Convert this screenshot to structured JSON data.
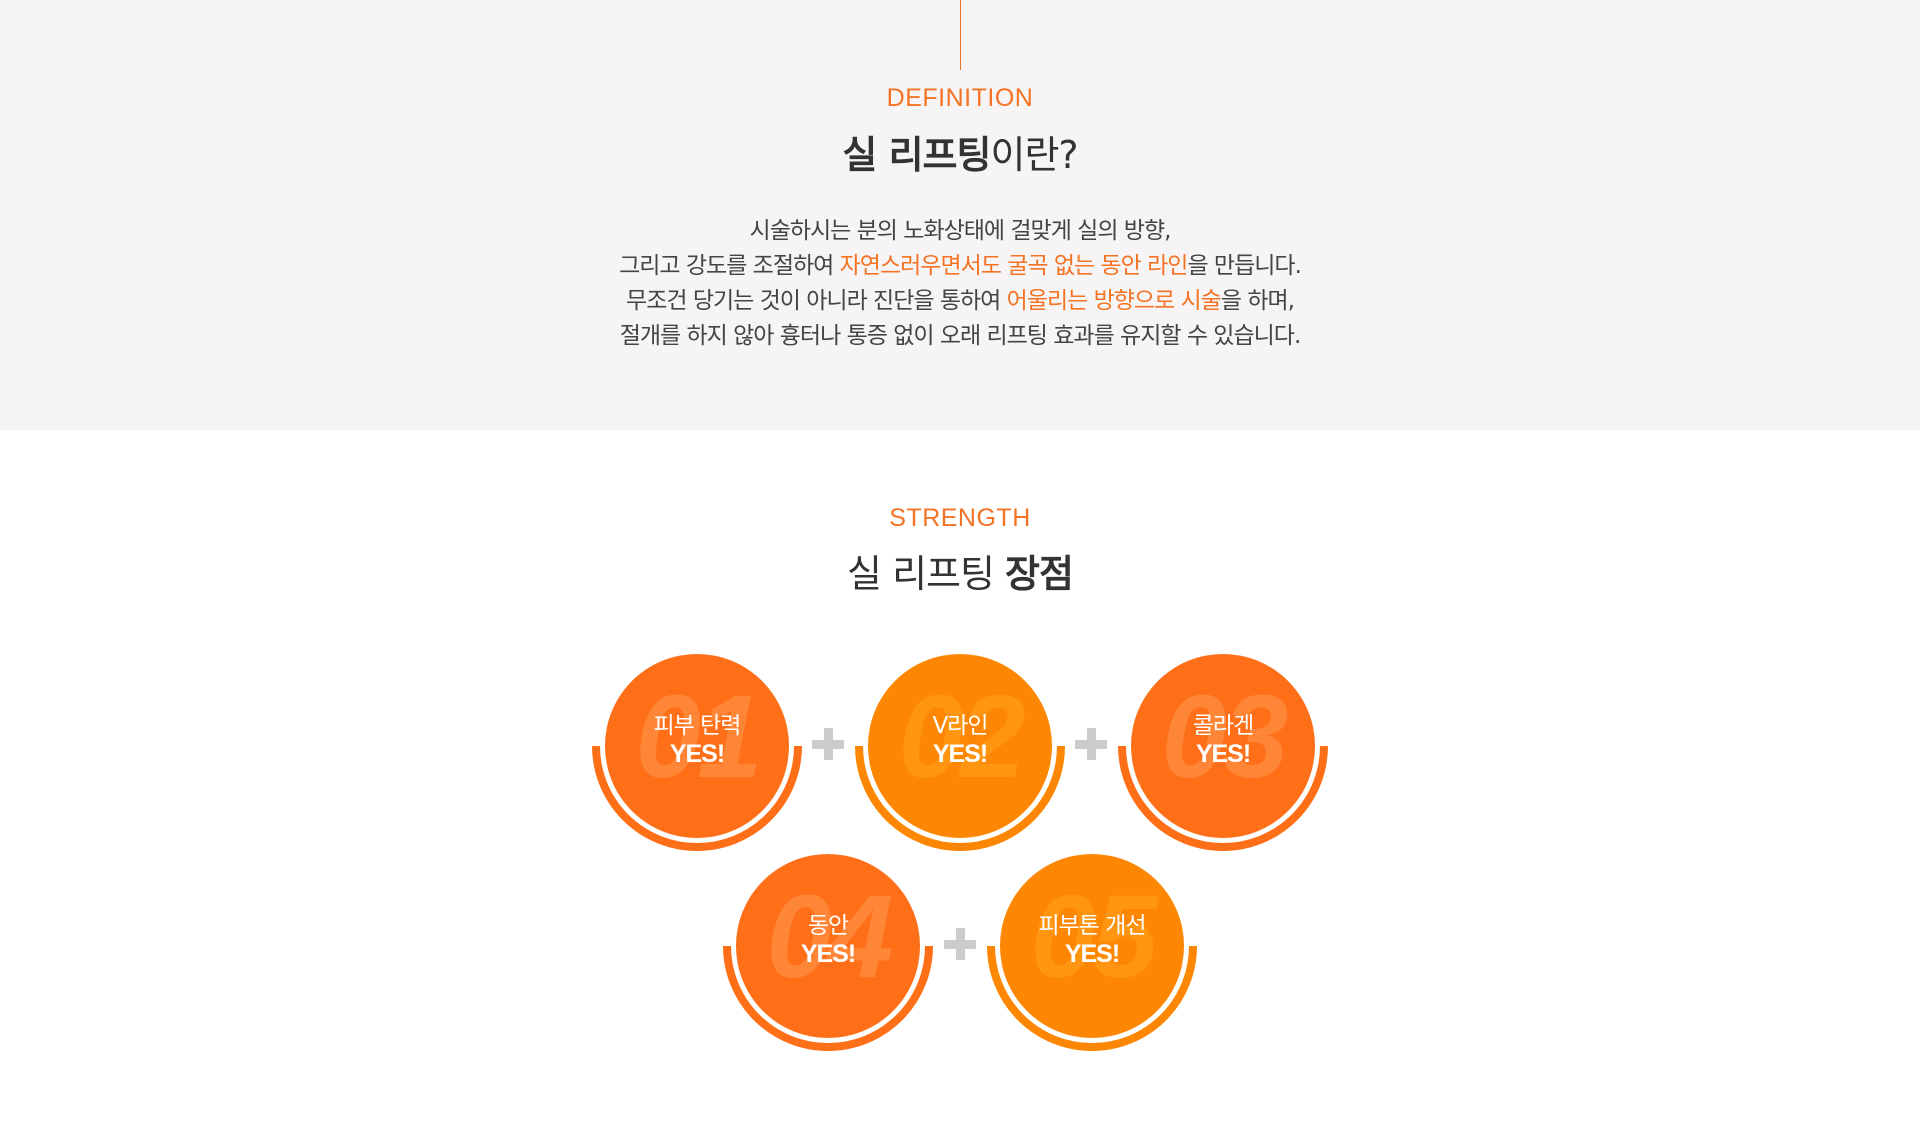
{
  "definition": {
    "eyebrow": "DEFINITION",
    "title_bold": "실 리프팅",
    "title_normal": "이란?",
    "paragraph": [
      [
        {
          "text": "시술하시는 분의 노화상태에 걸맞게 실의 방향,",
          "highlight": false
        }
      ],
      [
        {
          "text": "그리고 강도를 조절하여 ",
          "highlight": false
        },
        {
          "text": "자연스러우면서도 굴곡 없는 동안 라인",
          "highlight": true
        },
        {
          "text": "을 만듭니다.",
          "highlight": false
        }
      ],
      [
        {
          "text": "무조건 당기는 것이 아니라 진단을 통하여 ",
          "highlight": false
        },
        {
          "text": "어울리는 방향으로 시술",
          "highlight": true
        },
        {
          "text": "을 하며,",
          "highlight": false
        }
      ],
      [
        {
          "text": "절개를 하지 않아 흉터나 통증 없이 오래 리프팅 효과를 유지할 수 있습니다.",
          "highlight": false
        }
      ]
    ]
  },
  "strength": {
    "eyebrow": "STRENGTH",
    "title_normal": "실 리프팅 ",
    "title_bold": "장점",
    "items": [
      {
        "number": "01",
        "label": "피부 탄력",
        "yes": "YES!",
        "color": "#ff6f17"
      },
      {
        "number": "02",
        "label": "V라인",
        "yes": "YES!",
        "color": "#fd8703"
      },
      {
        "number": "03",
        "label": "콜라겐",
        "yes": "YES!",
        "color": "#ff6f17"
      },
      {
        "number": "04",
        "label": "동안",
        "yes": "YES!",
        "color": "#ff6f17"
      },
      {
        "number": "05",
        "label": "피부톤 개선",
        "yes": "YES!",
        "color": "#fd8703"
      }
    ],
    "separator_icon": "plus-icon"
  },
  "colors": {
    "accent": "#f47324",
    "section_bg": "#f6f4f4",
    "text": "#444444",
    "title": "#333333",
    "circle_red": "#ff6f17",
    "circle_amber": "#fd8703",
    "plus": "#cccccc"
  }
}
